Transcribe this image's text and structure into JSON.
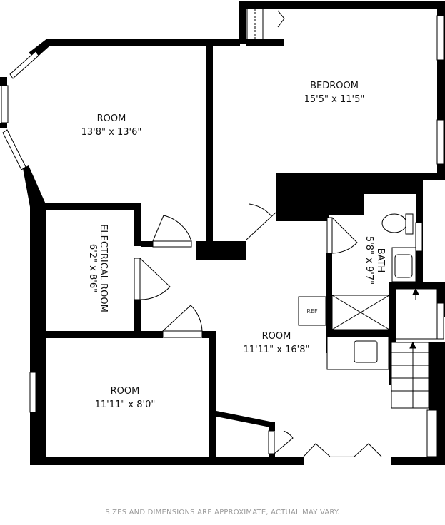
{
  "floor_plan": {
    "rooms": [
      {
        "id": "room-nw",
        "name": "ROOM",
        "dims": "13'8\" x 13'6\""
      },
      {
        "id": "bedroom",
        "name": "BEDROOM",
        "dims": "15'5\" x 11'5\""
      },
      {
        "id": "electrical",
        "name": "ELECTRICAL ROOM",
        "dims": "6'2\" x 8'6\""
      },
      {
        "id": "bath",
        "name": "BATH",
        "dims": "5'8\" x 9'7\""
      },
      {
        "id": "room-center",
        "name": "ROOM",
        "dims": "11'11\" x 16'8\""
      },
      {
        "id": "room-sw",
        "name": "ROOM",
        "dims": "11'11\" x 8'0\""
      }
    ],
    "fixtures": {
      "ref": "REF"
    },
    "colors": {
      "wall": "#000000",
      "background": "#ffffff",
      "note": "#9a9a9a"
    }
  },
  "footer": {
    "disclaimer": "SIZES AND DIMENSIONS ARE APPROXIMATE, ACTUAL MAY VARY."
  }
}
